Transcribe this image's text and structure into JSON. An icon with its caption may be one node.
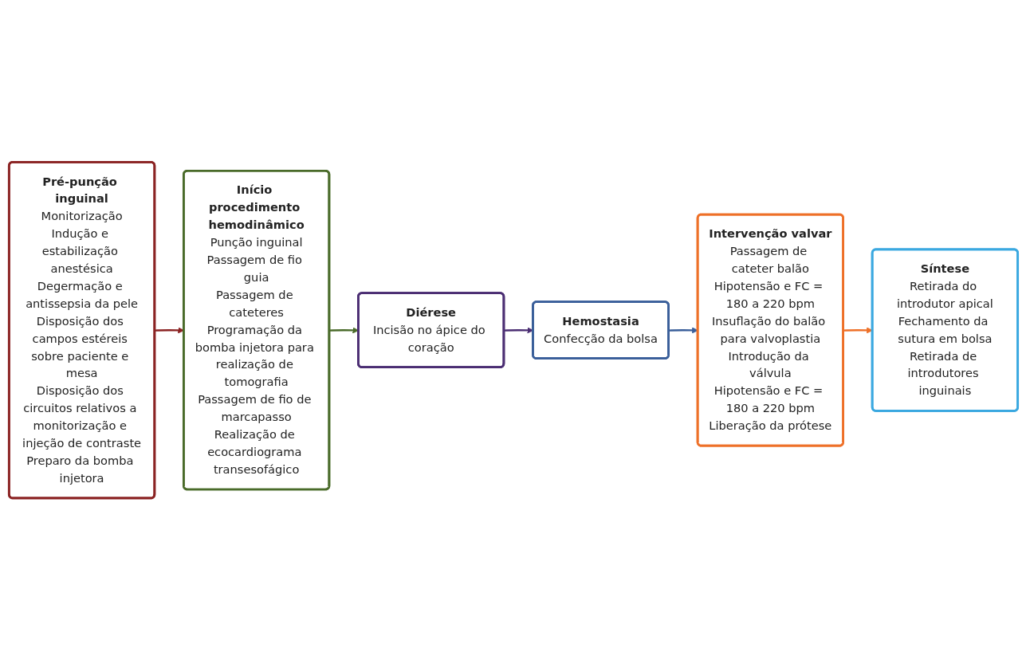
{
  "diagram": {
    "nodes": [
      {
        "text": [
          "Pré-punção inguinal",
          "Monitorização",
          "Indução e estabilização anestésica",
          "Degermação e antissepsia da pele",
          "Disposição dos campos estéreis sobre paciente e mesa",
          "Disposição dos circuitos relativos a monitorização e injeção de contraste",
          "Preparo da bomba injetora"
        ]
      },
      {
        "text": [
          "Início procedimento hemodinâmico",
          "Punção inguinal",
          "Passagem de fio guia",
          "Passagem de cateteres",
          "Programação da bomba injetora para realização de tomografia",
          "Passagem de fio de marcapasso",
          "Realização de ecocardiograma transesofágico"
        ]
      },
      {
        "text": [
          "Diérese",
          "Incisão no ápice do coração"
        ]
      },
      {
        "text": [
          "Hemostasia",
          "Confecção da bolsa"
        ]
      },
      {
        "text": [
          "Intervenção valvar",
          "Passagem de cateter balão",
          "Hipotensão e FC = 180 a 220 bpm",
          "Insuflação do balão para valvoplastia",
          "Introdução da válvula",
          "Hipotensão e FC = 180 a 220 bpm",
          "Liberação da prótese"
        ]
      },
      {
        "text": [
          "Síntese",
          "Retirada do introdutor apical",
          "Fechamento da sutura em bolsa",
          "Retirada de introdutores inguinais"
        ]
      }
    ],
    "edges": [
      {
        "from": 0,
        "to": 1,
        "arrow": "to",
        "color": "#8b2323"
      },
      {
        "from": 1,
        "to": 2,
        "arrow": "to",
        "color": "#4a6b2a"
      },
      {
        "from": 2,
        "to": 3,
        "arrow": "to",
        "color": "#4b2e73"
      },
      {
        "from": 3,
        "to": 4,
        "arrow": "to",
        "color": "#3a5f9a"
      },
      {
        "from": 4,
        "to": 5,
        "arrow": "to",
        "color": "#ee7028"
      }
    ]
  }
}
